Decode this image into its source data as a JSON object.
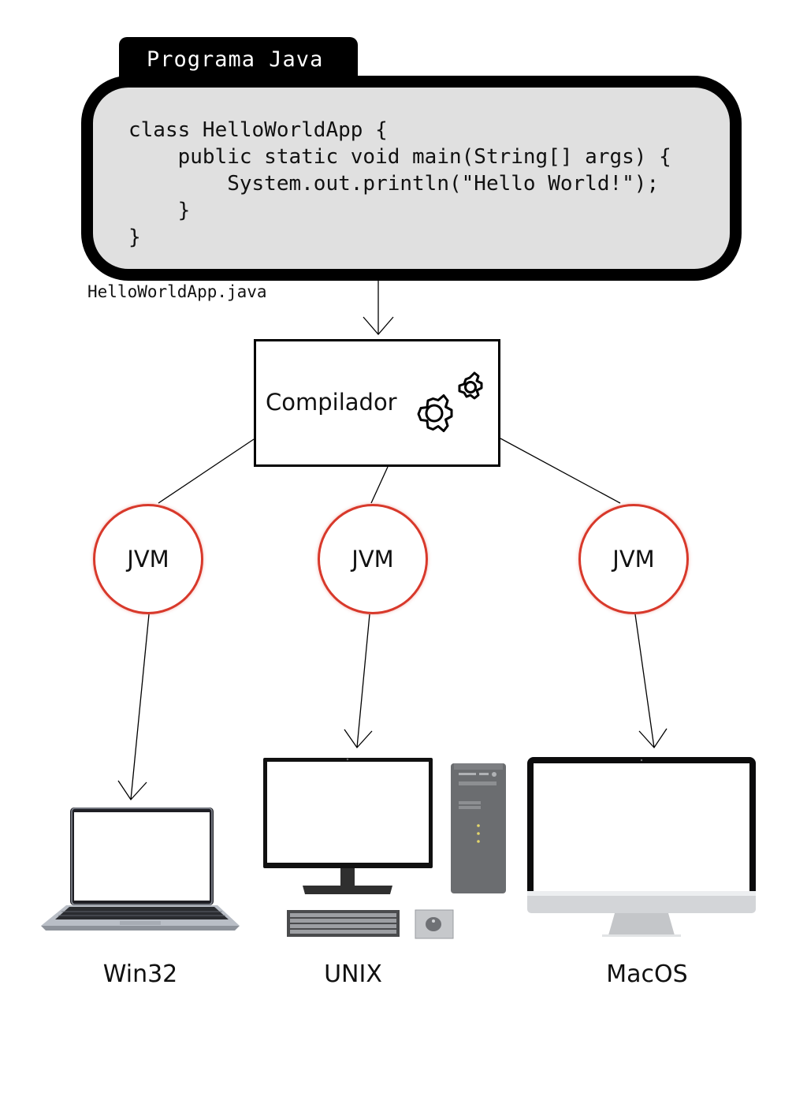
{
  "program": {
    "tab_title": "Programa Java",
    "code_lines": [
      "class HelloWorldApp {",
      "    public static void main(String[] args) {",
      "        System.out.println(\"Hello World!\");",
      "    }",
      "}"
    ],
    "filename": "HelloWorldApp.java"
  },
  "compiler": {
    "label": "Compilador",
    "icon": "gears-icon"
  },
  "jvms": [
    {
      "label": "JVM"
    },
    {
      "label": "JVM"
    },
    {
      "label": "JVM"
    }
  ],
  "platforms": [
    {
      "label": "Win32",
      "icon": "laptop-icon"
    },
    {
      "label": "UNIX",
      "icon": "desktop-tower-icon"
    },
    {
      "label": "MacOS",
      "icon": "imac-icon"
    }
  ],
  "colors": {
    "jvm_border": "#d8392b",
    "code_bg": "#e0e0e0",
    "frame": "#000000"
  }
}
